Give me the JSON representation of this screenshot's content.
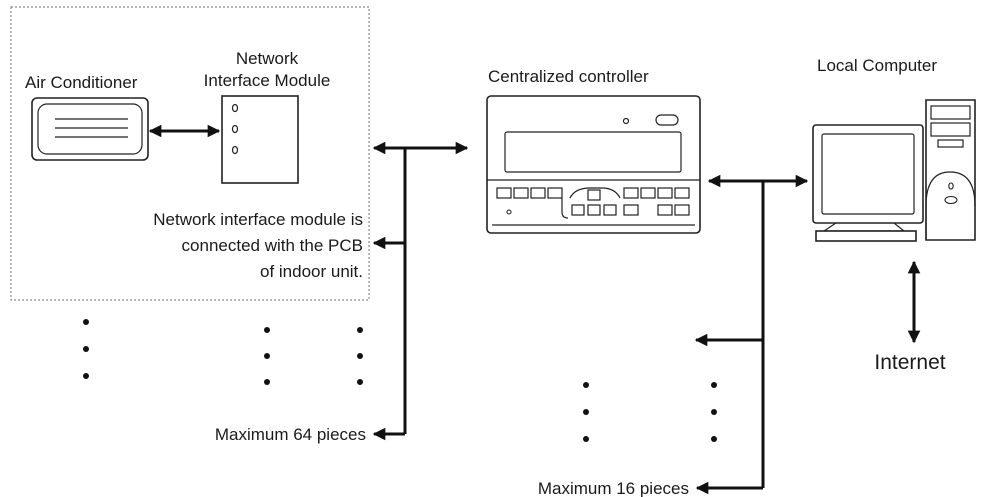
{
  "labels": {
    "air_conditioner": "Air Conditioner",
    "network_line1": "Network",
    "network_line2": "Interface Module",
    "centralized_controller": "Centralized controller",
    "local_computer": "Local Computer",
    "note_line1": "Network interface module is",
    "note_line2": "connected with the PCB",
    "note_line3": "of indoor unit.",
    "internet": "Internet",
    "max64": "Maximum 64 pieces",
    "max16": "Maximum 16 pieces"
  },
  "colors": {
    "line": "#111111",
    "group_border": "#8a8a8a"
  }
}
